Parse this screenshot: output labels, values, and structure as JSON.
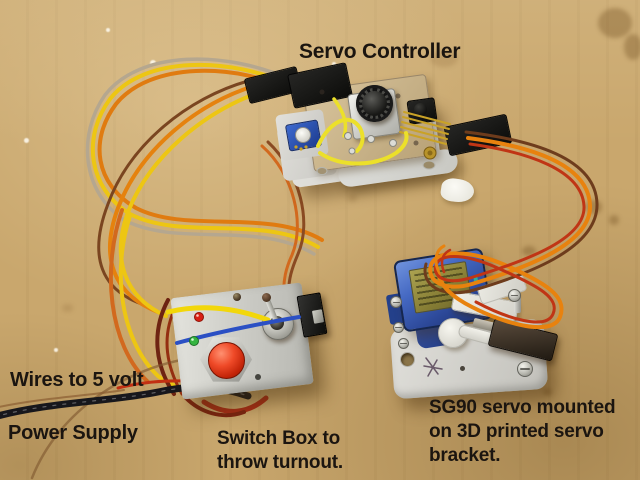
{
  "photo": {
    "labels": {
      "servo_controller": "Servo Controller",
      "power_line1": "Wires to 5 volt",
      "power_line2": "Power Supply",
      "switchbox_line1": "Switch Box to",
      "switchbox_line2": "throw turnout.",
      "servo_line1": "SG90 servo mounted",
      "servo_line2": "on 3D printed servo",
      "servo_line3": "bracket."
    },
    "colors": {
      "cardboard": "#c9a76d",
      "wire_orange": "#e5820e",
      "wire_yellow": "#edc613",
      "wire_brown": "#7b4a26",
      "wire_grey": "#b5a78f",
      "wire_red": "#c23012",
      "power_cable_black": "#17171c",
      "jumper_yellow": "#ece02a",
      "stripe_yellow": "#f2d70a",
      "stripe_blue": "#2b50c4",
      "led_red": "#d92014",
      "led_green": "#35b440",
      "servo_blue": "#3a5cb4",
      "button_red": "#df3a20",
      "pcb_tan": "#c9b48c",
      "bracket_grey": "#d7d6d1"
    }
  }
}
